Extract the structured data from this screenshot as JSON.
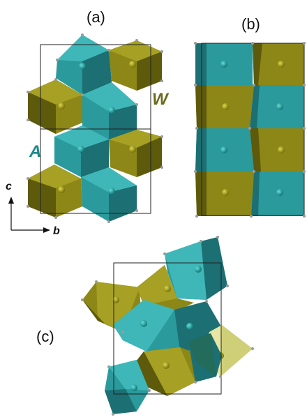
{
  "panels": {
    "a": {
      "label": "(a)"
    },
    "b": {
      "label": "(b)"
    },
    "c": {
      "label": "(c)"
    }
  },
  "sites": {
    "a_site": {
      "label": "A",
      "color": "#2a9a9a"
    },
    "w_site": {
      "label": "W",
      "color": "#6b6b1e"
    }
  },
  "axes": {
    "vertical": "c",
    "horizontal": "b"
  },
  "colors": {
    "teal_light": "#3fb7b9",
    "teal_mid": "#2a9a9c",
    "teal_dark": "#1c6f72",
    "olive_light": "#a6a024",
    "olive_mid": "#8c8716",
    "olive_dark": "#5e5a0c",
    "yellow_light": "#e7e6a3",
    "vertex": "#9a9a9a",
    "cell_line": "#222222"
  }
}
